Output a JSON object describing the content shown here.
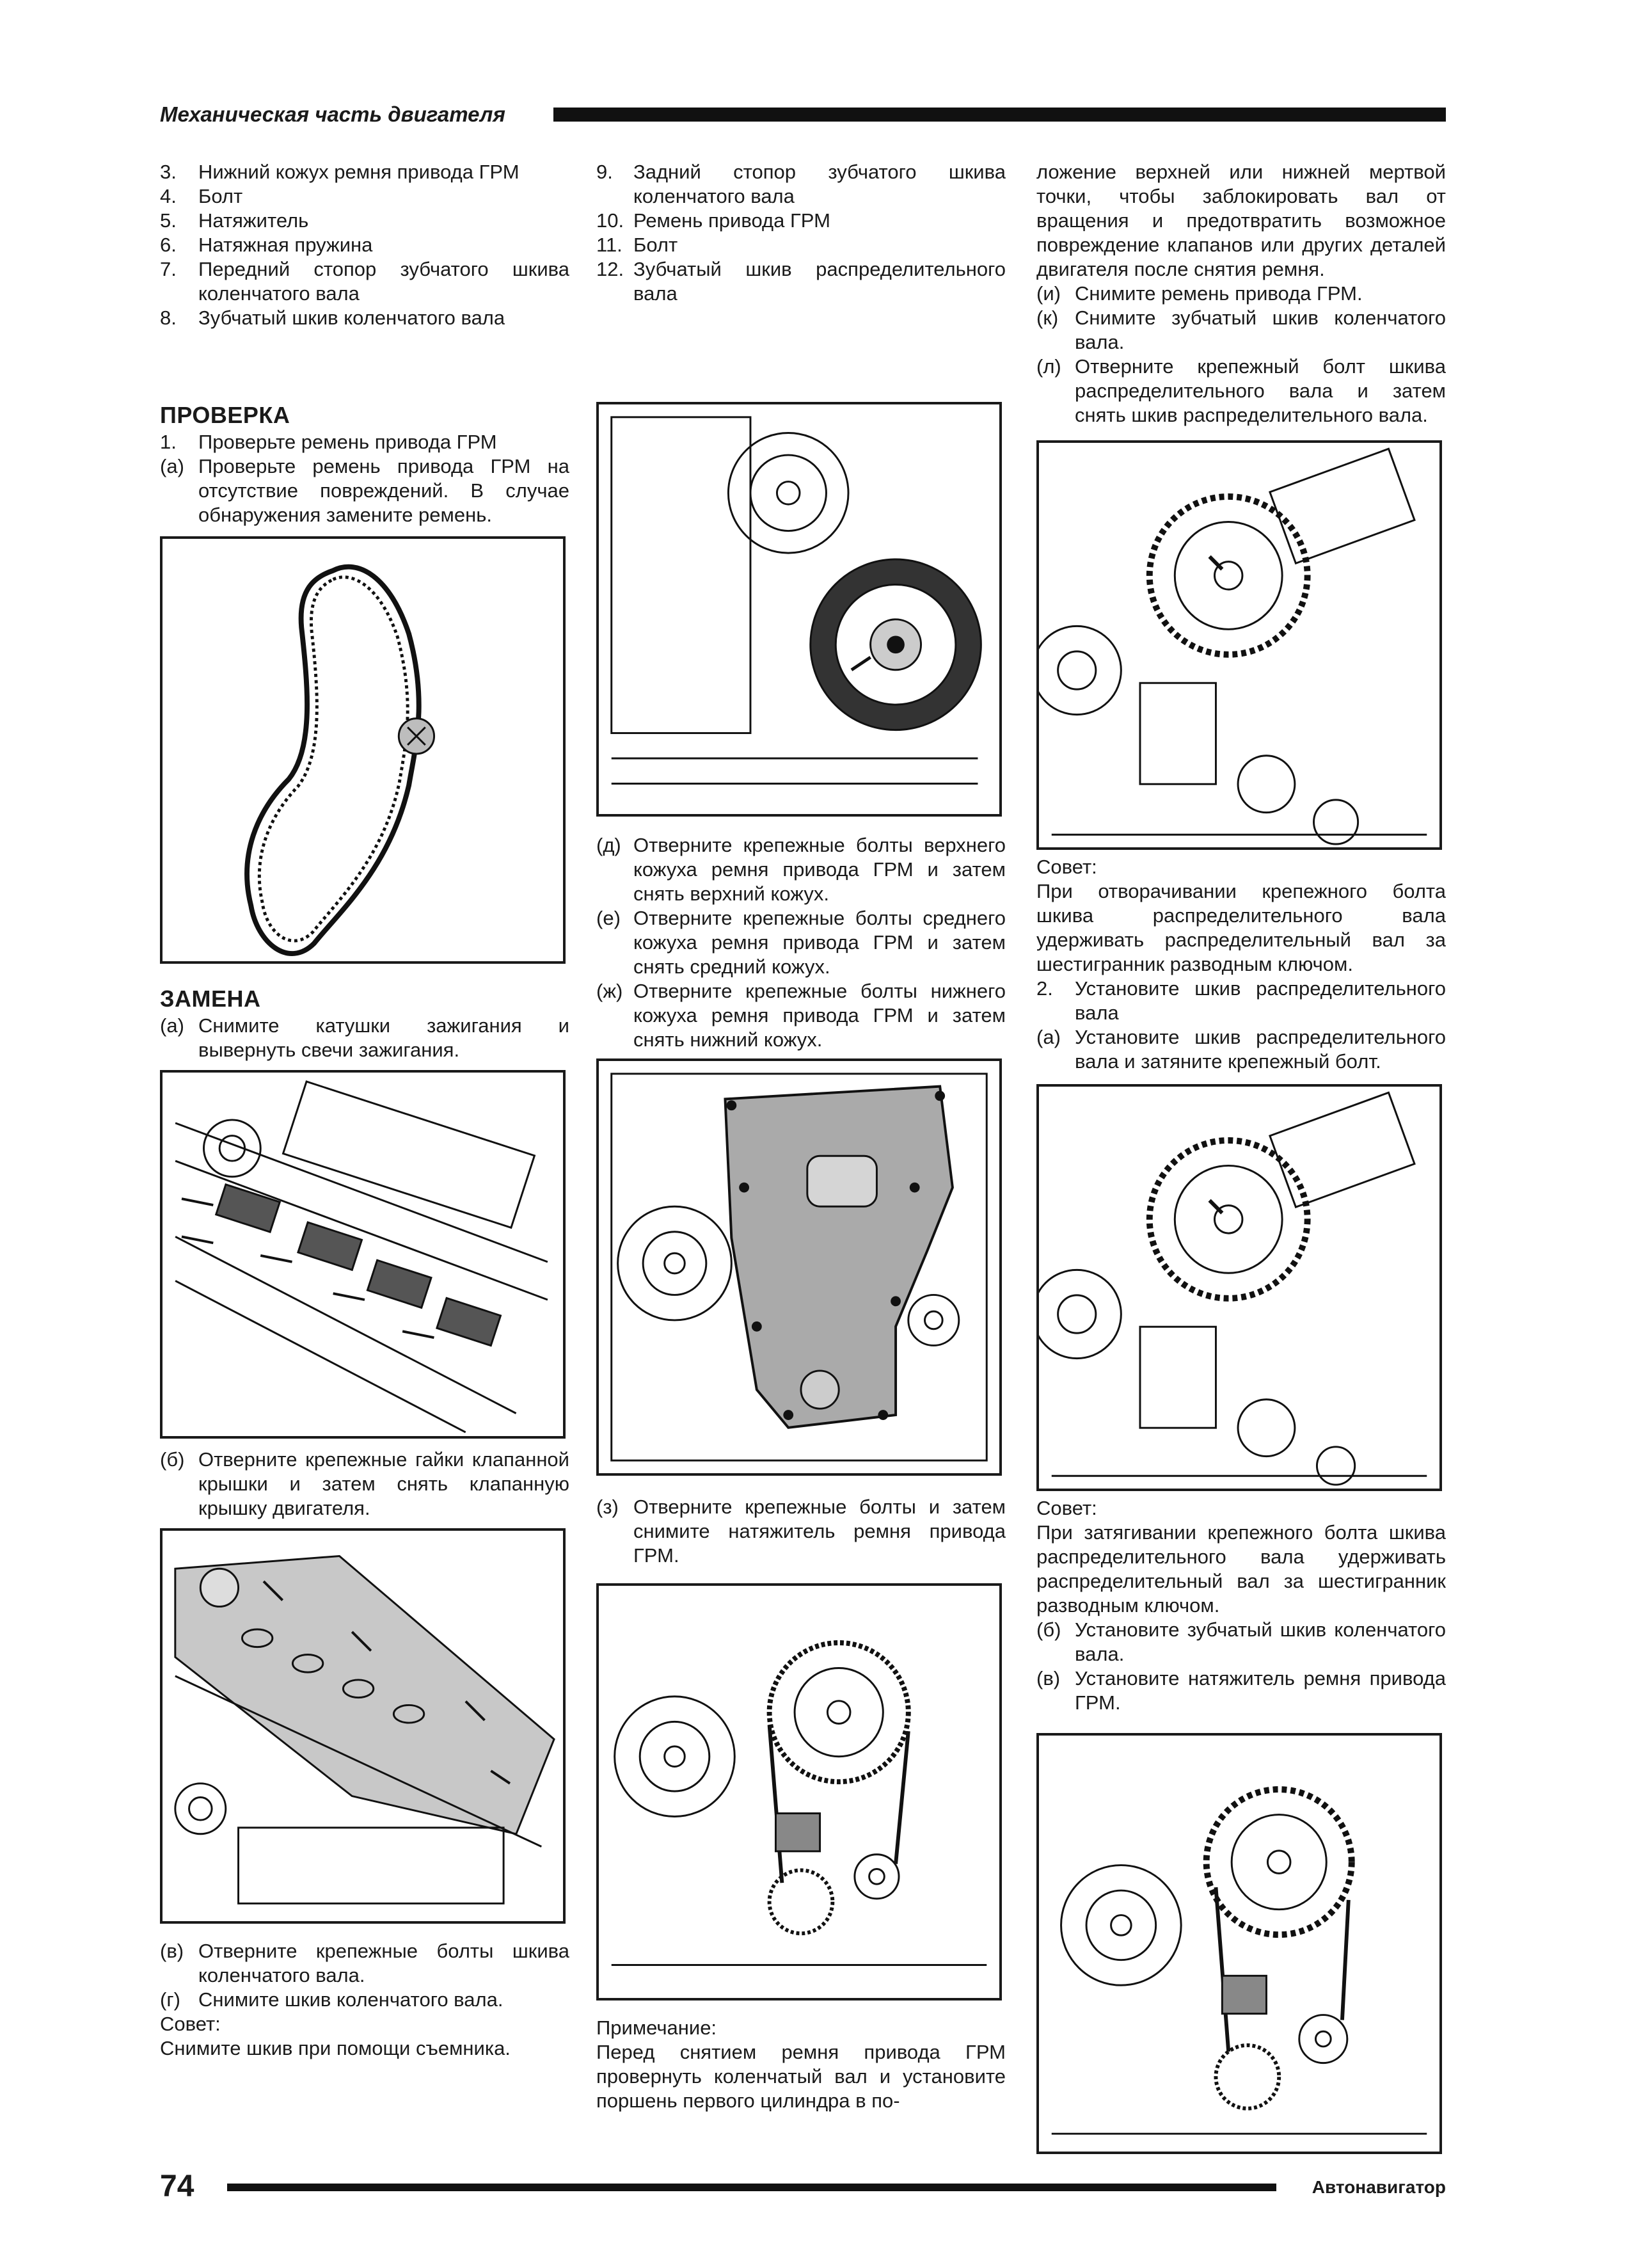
{
  "header": {
    "title": "Механическая часть двигателя"
  },
  "col1": {
    "parts": [
      {
        "num": "3.",
        "text": "Нижний кожух ремня привода ГРМ"
      },
      {
        "num": "4.",
        "text": "Болт"
      },
      {
        "num": "5.",
        "text": "Натяжитель"
      },
      {
        "num": "6.",
        "text": "Натяжная пружина"
      },
      {
        "num": "7.",
        "text": "Передний стопор зубчатого шкива коленчатого вала"
      },
      {
        "num": "8.",
        "text": "Зубчатый шкив коленчатого вала"
      }
    ],
    "check_heading": "ПРОВЕРКА",
    "check_step1": {
      "num": "1.",
      "text": "Проверьте ремень привода ГРМ"
    },
    "check_step_a": {
      "num": "(а)",
      "text": "Проверьте ремень привода ГРМ на отсутствие повреждений. В случае обнаружения замените ремень."
    },
    "replace_heading": "ЗАМЕНА",
    "replace_a": {
      "num": "(а)",
      "text": "Снимите катушки зажигания и вывернуть свечи зажигания."
    },
    "replace_b": {
      "num": "(б)",
      "text": "Отверните крепежные гайки клапанной крышки и затем снять клапанную крышку двигателя."
    },
    "replace_v": {
      "num": "(в)",
      "text": "Отверните крепежные болты шкива коленчатого вала."
    },
    "replace_g": {
      "num": "(г)",
      "text": "Снимите шкив коленчатого вала."
    },
    "tip_label": "Совет:",
    "tip_text": "Снимите шкив при помощи съемника."
  },
  "col2": {
    "parts": [
      {
        "num": "9.",
        "text": "Задний стопор зубчатого шкива коленчатого вала"
      },
      {
        "num": "10.",
        "text": "Ремень привода ГРМ"
      },
      {
        "num": "11.",
        "text": "Болт"
      },
      {
        "num": "12.",
        "text": "Зубчатый шкив распределительного вала"
      }
    ],
    "step_d": {
      "num": "(д)",
      "text": "Отверните крепежные болты верхнего кожуха ремня привода ГРМ и затем снять верхний кожух."
    },
    "step_e": {
      "num": "(е)",
      "text": "Отверните крепежные болты среднего кожуха ремня привода ГРМ и затем снять средний кожух."
    },
    "step_zh": {
      "num": "(ж)",
      "text": "Отверните крепежные болты нижнего кожуха ремня привода ГРМ и затем снять нижний кожух."
    },
    "step_z": {
      "num": "(з)",
      "text": "Отверните крепежные болты и затем снимите натяжитель ремня привода ГРМ."
    },
    "note_label": "Примечание:",
    "note_text": "Перед снятием ремня привода ГРМ провернуть коленчатый вал и установите поршень первого цилиндра в по-"
  },
  "col3": {
    "note_cont": "ложение верхней или нижней мертвой точки, чтобы заблокировать вал от вращения и предотвратить возможное повреждение клапанов или других деталей двигателя после снятия ремня.",
    "step_i": {
      "num": "(и)",
      "text": "Снимите ремень привода ГРМ."
    },
    "step_k": {
      "num": "(к)",
      "text": "Снимите зубчатый шкив коленчатого вала."
    },
    "step_l": {
      "num": "(л)",
      "text": "Отверните крепежный болт шкива распределительного вала и затем снять шкив распределительного вала."
    },
    "tip1_label": "Совет:",
    "tip1_text": "При отворачивании крепежного болта шкива распределительного вала удерживать распределительный вал за шестигранник разводным ключом.",
    "install_step2": {
      "num": "2.",
      "text": "Установите шкив распределительного вала"
    },
    "install_a": {
      "num": "(а)",
      "text": "Установите шкив распределительного вала и затяните крепежный болт."
    },
    "tip2_label": "Совет:",
    "tip2_text": "При затягивании крепежного болта шкива распределительного вала удерживать распределительный вал за шестигранник разводным ключом.",
    "install_b": {
      "num": "(б)",
      "text": "Установите зубчатый шкив коленчатого вала."
    },
    "install_v": {
      "num": "(в)",
      "text": "Установите натяжитель ремня привода ГРМ."
    }
  },
  "footer": {
    "page_number": "74",
    "brand": "Автонавигатор"
  }
}
